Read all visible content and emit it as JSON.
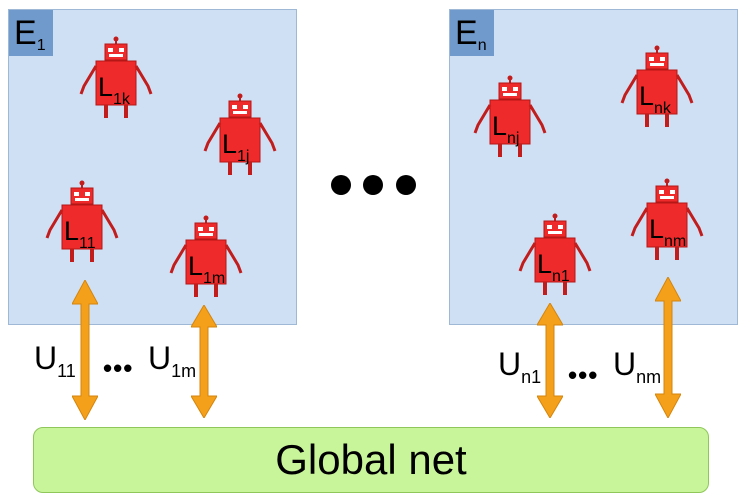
{
  "environments": [
    {
      "tag": "E",
      "tag_sub": "1"
    },
    {
      "tag": "E",
      "tag_sub": "n"
    }
  ],
  "robots": [
    {
      "base": "L",
      "sub": "1k"
    },
    {
      "base": "L",
      "sub": "1j"
    },
    {
      "base": "L",
      "sub": "11"
    },
    {
      "base": "L",
      "sub": "1m"
    },
    {
      "base": "L",
      "sub": "nj"
    },
    {
      "base": "L",
      "sub": "nk"
    },
    {
      "base": "L",
      "sub": "n1"
    },
    {
      "base": "L",
      "sub": "nm"
    }
  ],
  "links": [
    {
      "base": "U",
      "sub": "11"
    },
    {
      "base": "U",
      "sub": "1m"
    },
    {
      "base": "U",
      "sub": "n1"
    },
    {
      "base": "U",
      "sub": "nm"
    }
  ],
  "ellipsis_small": "•••",
  "global_net": {
    "label": "Global net"
  },
  "colors": {
    "environment_fill": "#cfe0f4",
    "environment_tag": "#6f9acb",
    "robot": "#ee2a2a",
    "arrow": "#f5a01a",
    "global_net": "#c9f59a"
  }
}
